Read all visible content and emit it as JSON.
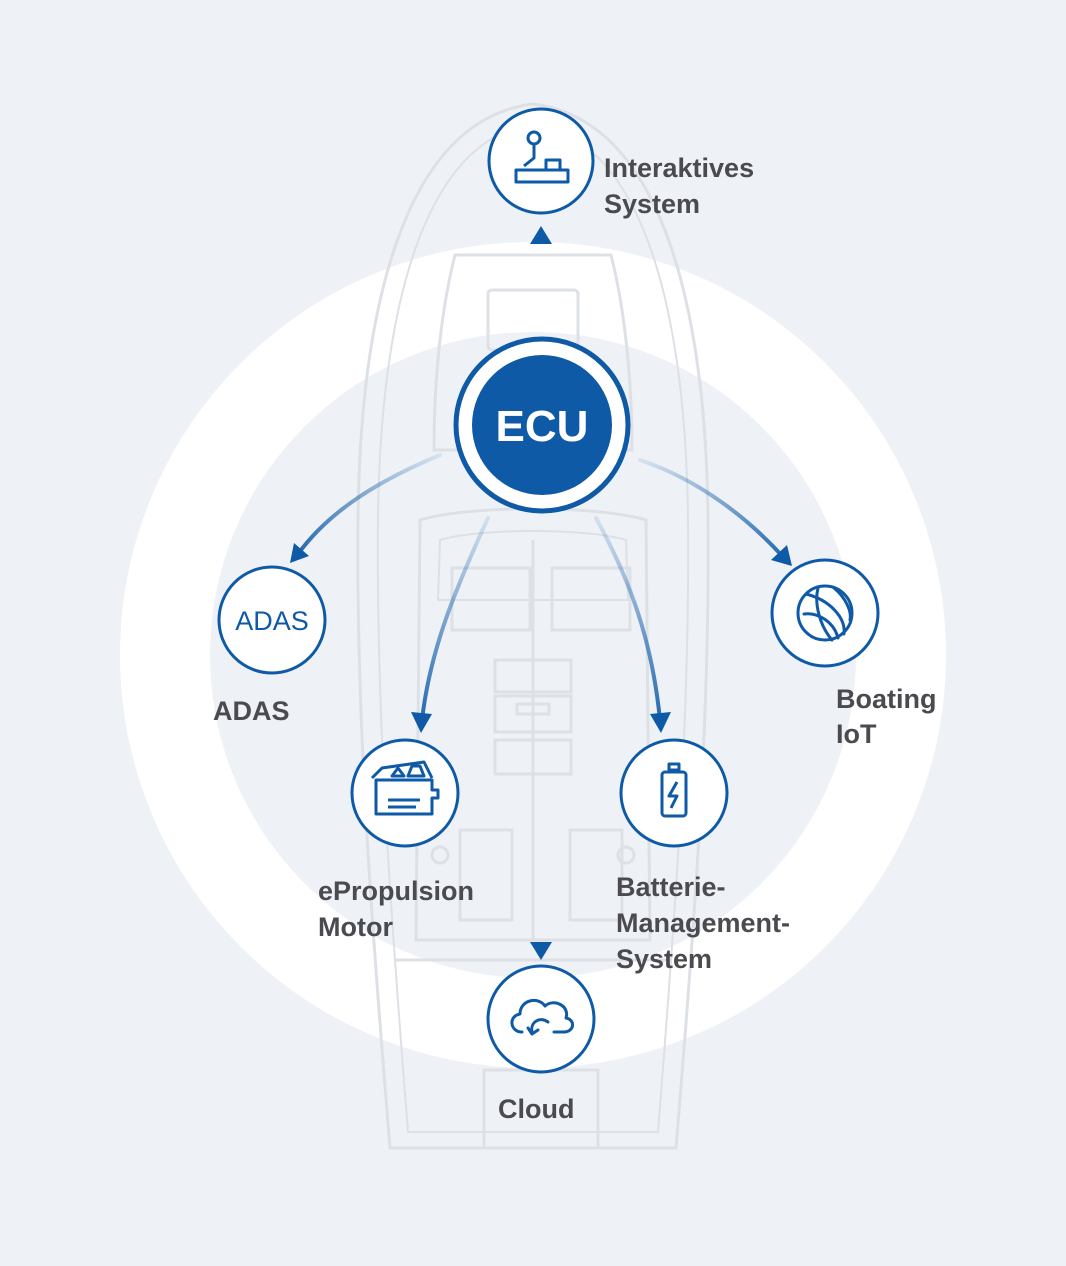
{
  "colors": {
    "background": "#eef2f7",
    "ring": "#ffffff",
    "boat_outline": "#dde1e6",
    "accent": "#0e5aa7",
    "label_text": "#4a4a4f"
  },
  "center": {
    "label": "ECU",
    "icon": "ecu-core"
  },
  "nodes": [
    {
      "id": "interactive",
      "icon": "joystick-icon",
      "label_lines": [
        "Interaktives",
        "System"
      ]
    },
    {
      "id": "adas",
      "icon": "adas-text-icon",
      "icon_text": "ADAS",
      "label_lines": [
        "ADAS"
      ]
    },
    {
      "id": "iot",
      "icon": "globe-icon",
      "label_lines": [
        "Boating",
        "IoT"
      ]
    },
    {
      "id": "epropulsion",
      "icon": "motor-icon",
      "label_lines": [
        "ePropulsion",
        "Motor"
      ]
    },
    {
      "id": "battery",
      "icon": "battery-icon",
      "label_lines": [
        "Batterie-",
        "Management-",
        "System"
      ]
    },
    {
      "id": "cloud",
      "icon": "cloud-icon",
      "label_lines": [
        "Cloud"
      ]
    }
  ]
}
